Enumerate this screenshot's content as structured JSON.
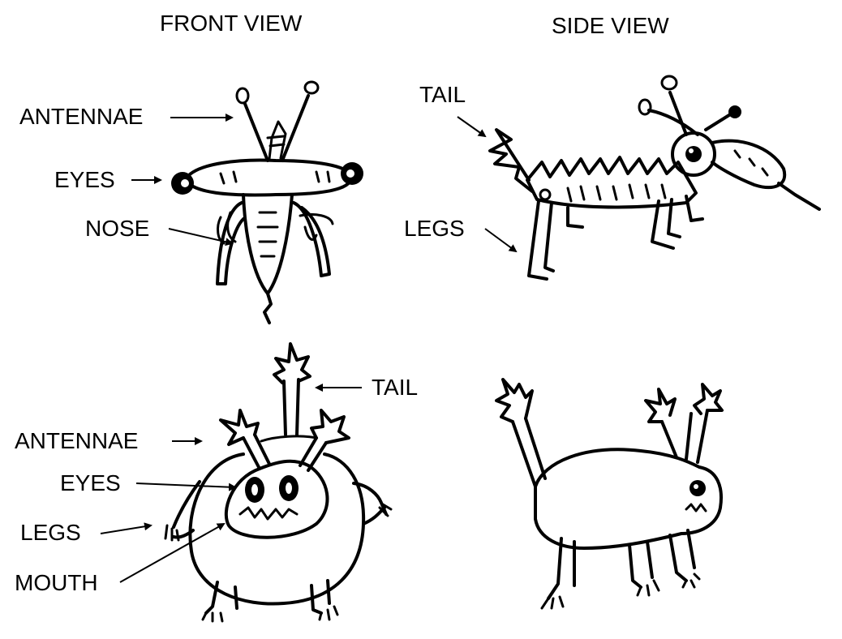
{
  "headings": {
    "front_view": "FRONT VIEW",
    "side_view": "SIDE VIEW"
  },
  "creature_1": {
    "front_labels": {
      "antennae": "ANTENNAE",
      "eyes": "EYES",
      "nose": "NOSE"
    },
    "side_labels": {
      "tail": "TAIL",
      "legs": "LEGS"
    }
  },
  "creature_2": {
    "front_labels": {
      "tail": "TAIL",
      "antennae": "ANTENNAE",
      "eyes": "EYES",
      "legs": "LEGS",
      "mouth": "MOUTH"
    }
  }
}
